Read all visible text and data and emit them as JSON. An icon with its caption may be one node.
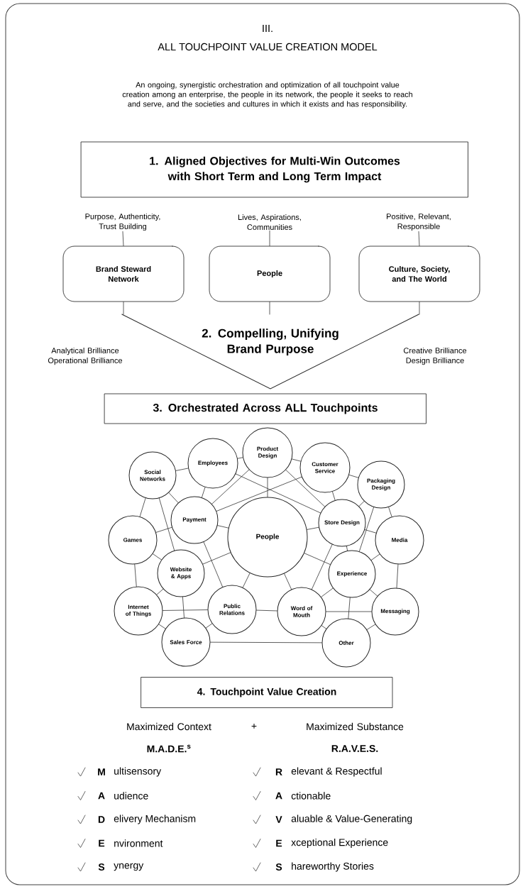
{
  "diagram": {
    "title": "ALL TOUCHPOINT VALUE CREATION MODEL",
    "nodes": [
      {
        "text": [
          "1. Aligned Objectives for Multi-Win Outcomes with Short Term and Long Term Impact"
        ]
      },
      {
        "text": [
          "Purpose, Authenticity, Trust Building"
        ]
      },
      {
        "text": [
          "Lives, Aspirations, Communities"
        ]
      },
      {
        "text": [
          "Positive, Relevant, Responsible"
        ]
      },
      {
        "text": [
          "Brand Steward Network"
        ]
      },
      {
        "text": [
          "People"
        ]
      },
      {
        "text": [
          "Culture, Society, and The World"
        ]
      },
      {
        "text": [
          "2. Compelling, Unifying Brand Purpose"
        ]
      },
      {
        "text": [
          "3. Orchestrated Across ALL Touchpoints"
        ]
      },
      {
        "text": [
          "Social Networks"
        ]
      },
      {
        "text": [
          "Employees"
        ]
      },
      {
        "text": [
          "Product Design"
        ]
      },
      {
        "text": [
          "Customer Service"
        ]
      },
      {
        "text": [
          "Packaging Design"
        ]
      },
      {
        "text": [
          "Payment"
        ]
      },
      {
        "text": [
          "People"
        ]
      },
      {
        "text": [
          "Store Design"
        ]
      },
      {
        "text": [
          "Games"
        ]
      },
      {
        "text": [
          "Media"
        ]
      },
      {
        "text": [
          "Website & Apps"
        ]
      },
      {
        "text": [
          "Experience"
        ]
      },
      {
        "text": [
          "Internet of Things"
        ]
      },
      {
        "text": [
          "Public Relations"
        ]
      },
      {
        "text": [
          "Word of Mouth"
        ]
      },
      {
        "text": [
          "Messaging"
        ]
      },
      {
        "text": [
          "Sales Force"
        ]
      },
      {
        "text": [
          "Other"
        ]
      },
      {
        "text": [
          "4. Touchpoint Value Creation"
        ]
      }
    ],
    "edges": [
      {
        "from": 1,
        "to": 4,
        "arrow": "none"
      },
      {
        "from": 2,
        "to": 5,
        "arrow": "none"
      },
      {
        "from": 3,
        "to": 6,
        "arrow": "none"
      },
      {
        "from": 4,
        "to": 7,
        "arrow": "none"
      },
      {
        "from": 5,
        "to": 7,
        "arrow": "none"
      },
      {
        "from": 6,
        "to": 7,
        "arrow": "none"
      },
      {
        "from": 9,
        "to": 10,
        "arrow": "none"
      },
      {
        "from": 10,
        "to": 11,
        "arrow": "none"
      },
      {
        "from": 11,
        "to": 12,
        "arrow": "none"
      },
      {
        "from": 12,
        "to": 13,
        "arrow": "none"
      },
      {
        "from": 9,
        "to": 17,
        "arrow": "none"
      },
      {
        "from": 17,
        "to": 21,
        "arrow": "none"
      },
      {
        "from": 21,
        "to": 25,
        "arrow": "none"
      },
      {
        "from": 25,
        "to": 26,
        "arrow": "none"
      },
      {
        "from": 26,
        "to": 24,
        "arrow": "none"
      },
      {
        "from": 24,
        "to": 18,
        "arrow": "none"
      },
      {
        "from": 18,
        "to": 13,
        "arrow": "none"
      },
      {
        "from": 21,
        "to": 22,
        "arrow": "none"
      },
      {
        "from": 22,
        "to": 23,
        "arrow": "none"
      },
      {
        "from": 23,
        "to": 24,
        "arrow": "none"
      },
      {
        "from": 14,
        "to": 15,
        "arrow": "none"
      },
      {
        "from": 15,
        "to": 16,
        "arrow": "none"
      },
      {
        "from": 15,
        "to": 22,
        "arrow": "none"
      },
      {
        "from": 15,
        "to": 23,
        "arrow": "none"
      },
      {
        "from": 15,
        "to": 19,
        "arrow": "none"
      },
      {
        "from": 15,
        "to": 20,
        "arrow": "none"
      },
      {
        "from": 15,
        "to": 11,
        "arrow": "none"
      },
      {
        "from": 10,
        "to": 14,
        "arrow": "none"
      },
      {
        "from": 12,
        "to": 16,
        "arrow": "none"
      },
      {
        "from": 13,
        "to": 16,
        "arrow": "none"
      },
      {
        "from": 14,
        "to": 22,
        "arrow": "none"
      },
      {
        "from": 19,
        "to": 25,
        "arrow": "none"
      },
      {
        "from": 17,
        "to": 19,
        "arrow": "none"
      },
      {
        "from": 19,
        "to": 21,
        "arrow": "none"
      },
      {
        "from": 16,
        "to": 23,
        "arrow": "none"
      },
      {
        "from": 20,
        "to": 26,
        "arrow": "none"
      },
      {
        "from": 20,
        "to": 23,
        "arrow": "none"
      },
      {
        "from": 20,
        "to": 18,
        "arrow": "none"
      },
      {
        "from": 16,
        "to": 20,
        "arrow": "none"
      },
      {
        "from": 17,
        "to": 14,
        "arrow": "none"
      },
      {
        "from": 9,
        "to": 14,
        "arrow": "none"
      },
      {
        "from": 25,
        "to": 22,
        "arrow": "none"
      },
      {
        "from": 26,
        "to": 23,
        "arrow": "none"
      },
      {
        "from": 10,
        "to": 16,
        "arrow": "none"
      },
      {
        "from": 12,
        "to": 14,
        "arrow": "none"
      },
      {
        "from": 16,
        "to": 18,
        "arrow": "none"
      },
      {
        "from": 24,
        "to": 20,
        "arrow": "none"
      },
      {
        "from": 11,
        "to": 14,
        "arrow": "none"
      },
      {
        "from": 11,
        "to": 16,
        "arrow": "none"
      },
      {
        "from": 9,
        "to": 19,
        "arrow": "none"
      },
      {
        "from": 13,
        "to": 20,
        "arrow": "none"
      }
    ],
    "labels": [
      "III.",
      "An ongoing, synergistic orchestration and optimization of all touchpoint value creation among an enterprise, the people in its network, the people it seeks to reach and serve, and the societies and cultures in which it exists and has responsibility.",
      "Analytical Brilliance Operational Brilliance",
      "Creative Brilliance Design Brilliance",
      "Maximized Context",
      "+",
      "Maximized Substance",
      "M.A.D.E.$^{s}$",
      "R.A.V.E.S.",
      "M",
      "ultisensory",
      "R",
      "elevant & Respectful",
      "A",
      "udience",
      "A",
      "ctionable",
      "D",
      "elivery Mechanism",
      "V",
      "aluable & Value-Generating",
      "E",
      "nvironment",
      "E",
      "xceptional Experience",
      "S",
      "ynergy",
      "S",
      "hareworthy Stories"
    ]
  }
}
